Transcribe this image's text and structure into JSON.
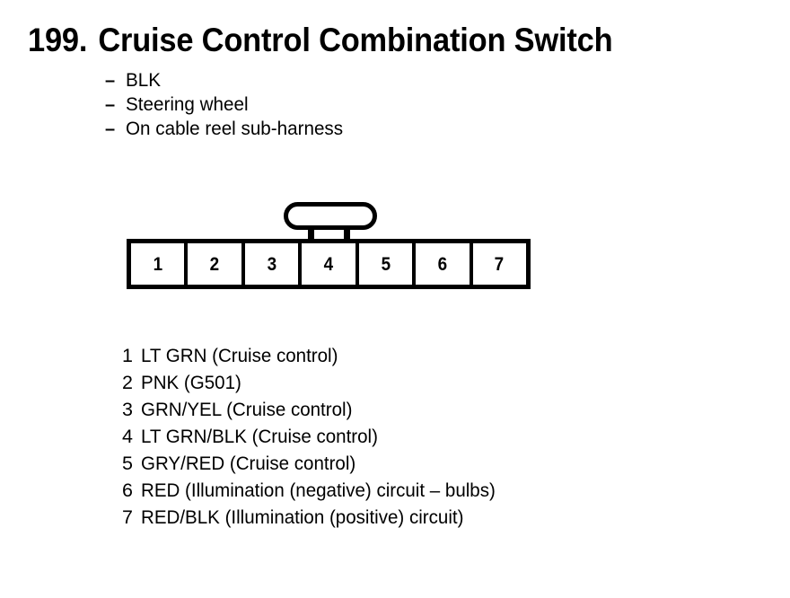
{
  "document": {
    "title_number": "199.",
    "title_text": "Cruise Control Combination Switch",
    "ink_color": "#000000",
    "background_color": "#ffffff"
  },
  "specs": {
    "bullet_marker": "–",
    "items": [
      {
        "label": "BLK"
      },
      {
        "label": "Steering wheel"
      },
      {
        "label": "On cable reel sub-harness"
      }
    ]
  },
  "connector": {
    "cavity_count": 7,
    "locking_tab_position": "top-center",
    "cavities": [
      {
        "number": "1"
      },
      {
        "number": "2"
      },
      {
        "number": "3"
      },
      {
        "number": "4"
      },
      {
        "number": "5"
      },
      {
        "number": "6"
      },
      {
        "number": "7"
      }
    ]
  },
  "pinout": {
    "rows": [
      {
        "pin": "1",
        "description": "LT GRN (Cruise control)"
      },
      {
        "pin": "2",
        "description": "PNK (G501)"
      },
      {
        "pin": "3",
        "description": "GRN/YEL (Cruise control)"
      },
      {
        "pin": "4",
        "description": "LT GRN/BLK (Cruise control)"
      },
      {
        "pin": "5",
        "description": "GRY/RED (Cruise control)"
      },
      {
        "pin": "6",
        "description": "RED (Illumination (negative) circuit – bulbs)"
      },
      {
        "pin": "7",
        "description": "RED/BLK (Illumination (positive) circuit)"
      }
    ]
  }
}
